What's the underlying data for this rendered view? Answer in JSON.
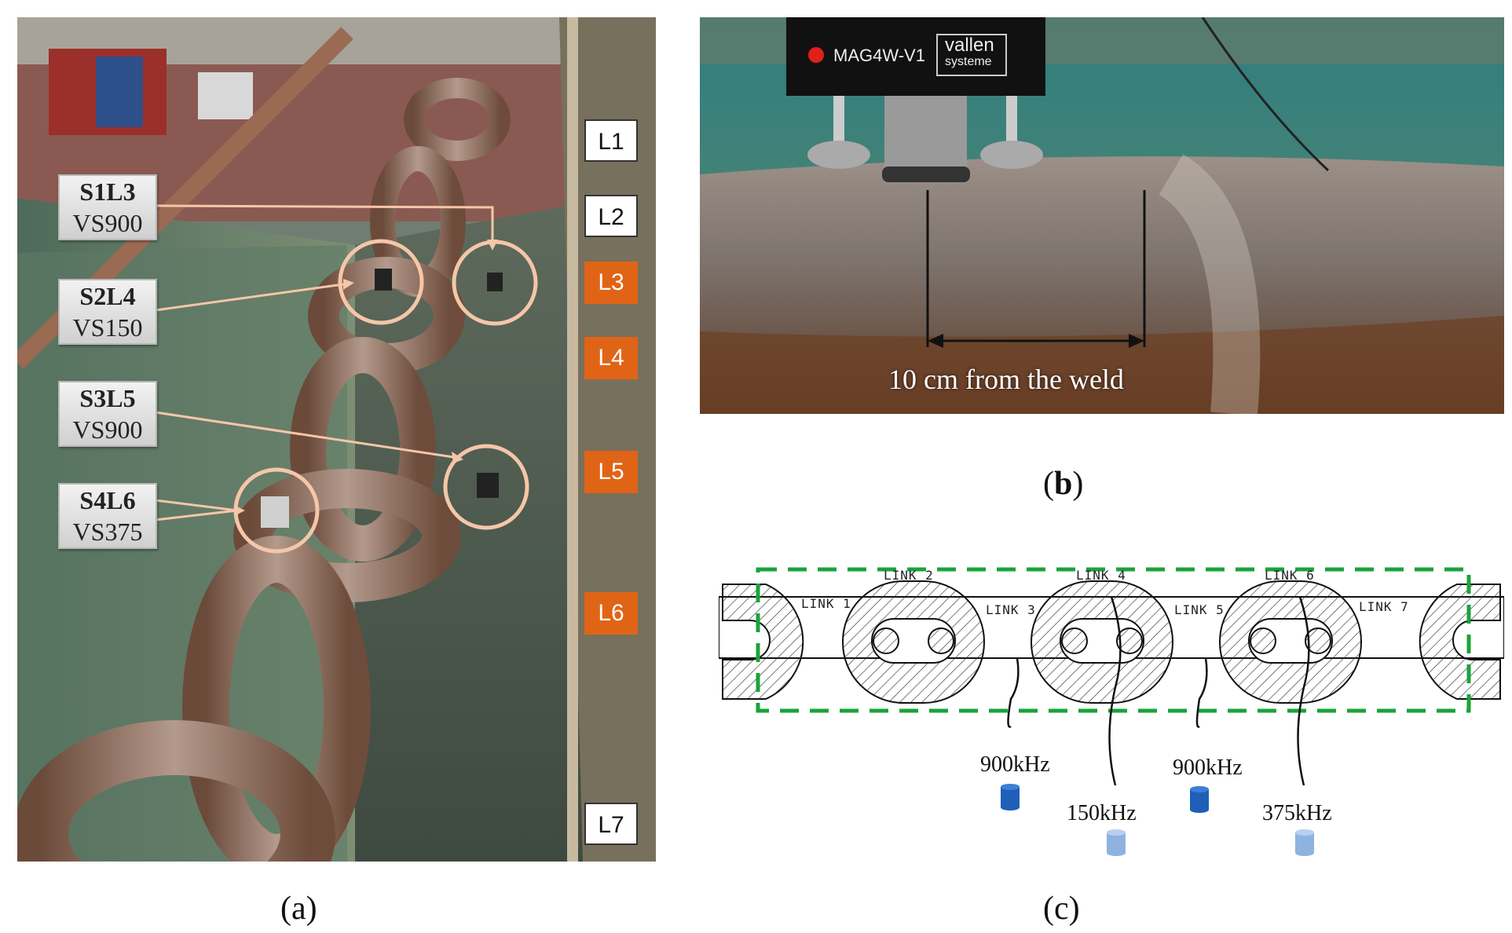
{
  "panel_a": {
    "caption": "a",
    "sensor_tags": [
      {
        "code": "S1L3",
        "model": "VS900"
      },
      {
        "code": "S2L4",
        "model": "VS150"
      },
      {
        "code": "S3L5",
        "model": "VS900"
      },
      {
        "code": "S4L6",
        "model": "VS375"
      }
    ],
    "link_labels": [
      "L1",
      "L2",
      "L3",
      "L4",
      "L5",
      "L6",
      "L7"
    ],
    "colors": {
      "highlight_link": "#e06416",
      "marker_circle": "#f5c6a8"
    }
  },
  "panel_b": {
    "caption": "b",
    "device_model": "MAG4W-V1",
    "device_brand": "vallen",
    "device_brand_sub": "systeme",
    "distance_label": "10 cm from the weld"
  },
  "panel_c": {
    "caption": "c",
    "links": [
      "LINK 1",
      "LINK 2",
      "LINK 3",
      "LINK 4",
      "LINK 5",
      "LINK 6",
      "LINK 7"
    ],
    "sensors": [
      {
        "frequency": "900kHz",
        "color": "#1f5fb8"
      },
      {
        "frequency": "150kHz",
        "color": "#8fb3e0"
      },
      {
        "frequency": "900kHz",
        "color": "#1f5fb8"
      },
      {
        "frequency": "375kHz",
        "color": "#8fb3e0"
      }
    ],
    "colors": {
      "dashed_box": "#1aa33a"
    }
  }
}
